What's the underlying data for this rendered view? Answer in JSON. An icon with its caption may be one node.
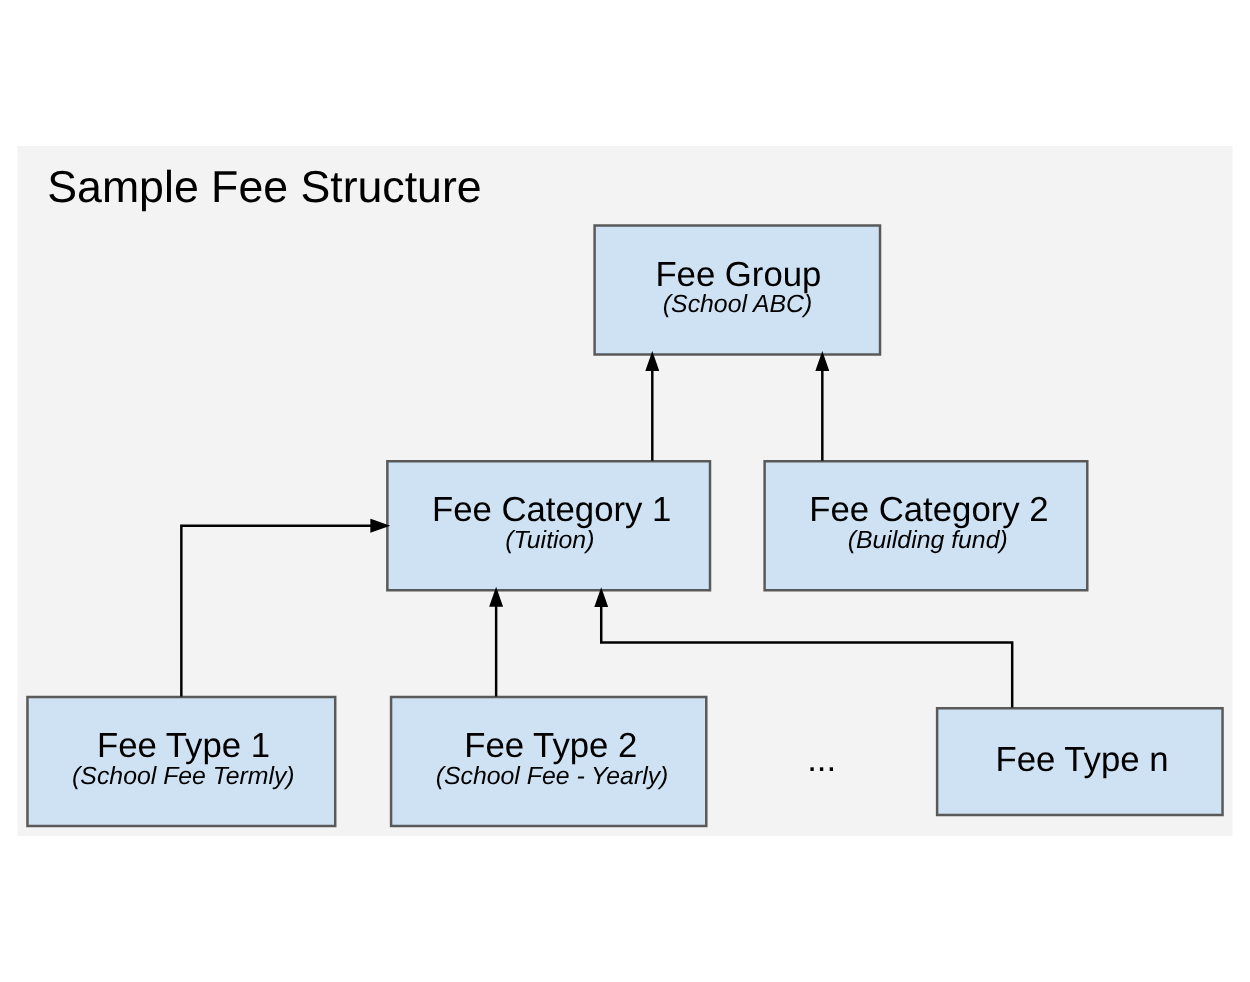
{
  "diagram": {
    "title": "Sample Fee Structure",
    "nodes": [
      {
        "text": [
          "Fee Group",
          "(School ABC)"
        ]
      },
      {
        "text": [
          "Fee Category 1",
          "(Tuition)"
        ]
      },
      {
        "text": [
          "Fee Category 2",
          "(Building fund)"
        ]
      },
      {
        "text": [
          "Fee Type 1",
          "(School Fee Termly)"
        ]
      },
      {
        "text": [
          "Fee Type 2",
          "(School Fee - Yearly)"
        ]
      },
      {
        "text": [
          "Fee Type n"
        ]
      }
    ],
    "edges": [
      {
        "from": 1,
        "to": 0,
        "arrow": "to"
      },
      {
        "from": 2,
        "to": 0,
        "arrow": "to"
      },
      {
        "from": 3,
        "to": 1,
        "arrow": "to"
      },
      {
        "from": 4,
        "to": 1,
        "arrow": "to"
      },
      {
        "from": 5,
        "to": 1,
        "arrow": "to"
      }
    ],
    "labels": [
      "..."
    ]
  }
}
